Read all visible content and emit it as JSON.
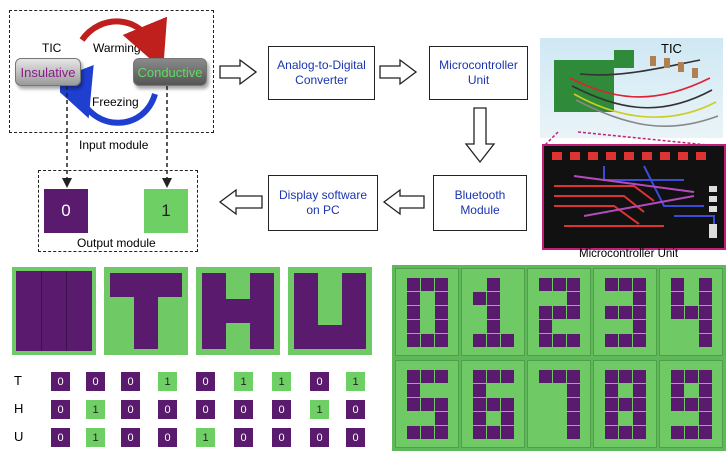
{
  "input_module": {
    "tic_label": "TIC",
    "warming_label": "Warming",
    "freezing_label": "Freezing",
    "insulative_label": "Insulative",
    "conductive_label": "Conductive",
    "caption": "Input module"
  },
  "output_module": {
    "zero_label": "0",
    "one_label": "1",
    "caption": "Output module"
  },
  "blocks": {
    "adc": "Analog-to-Digital\nConverter",
    "mcu": "Microcontroller\nUnit",
    "bluetooth": "Bluetooth\nModule",
    "display": "Display software\non PC"
  },
  "photo": {
    "tic_label": "TIC",
    "caption": "Microcontroller Unit"
  },
  "colors": {
    "purple": "#5a1a6e",
    "green": "#6fca66",
    "block_text": "#1a35b0",
    "warming_arrow": "#c0201d",
    "freezing_arrow": "#1f3fd0"
  },
  "letters": [
    "T",
    "H",
    "U"
  ],
  "code_table": {
    "rows": [
      {
        "label": "T",
        "bits": [
          "0",
          "0",
          "0",
          "1",
          "0",
          "1",
          "1",
          "0",
          "1"
        ]
      },
      {
        "label": "H",
        "bits": [
          "0",
          "1",
          "0",
          "0",
          "0",
          "0",
          "0",
          "1",
          "0"
        ]
      },
      {
        "label": "U",
        "bits": [
          "0",
          "1",
          "0",
          "0",
          "1",
          "0",
          "0",
          "0",
          "0"
        ]
      }
    ]
  },
  "digits": [
    "0",
    "1",
    "2",
    "3",
    "4",
    "5",
    "6",
    "7",
    "8",
    "9"
  ]
}
